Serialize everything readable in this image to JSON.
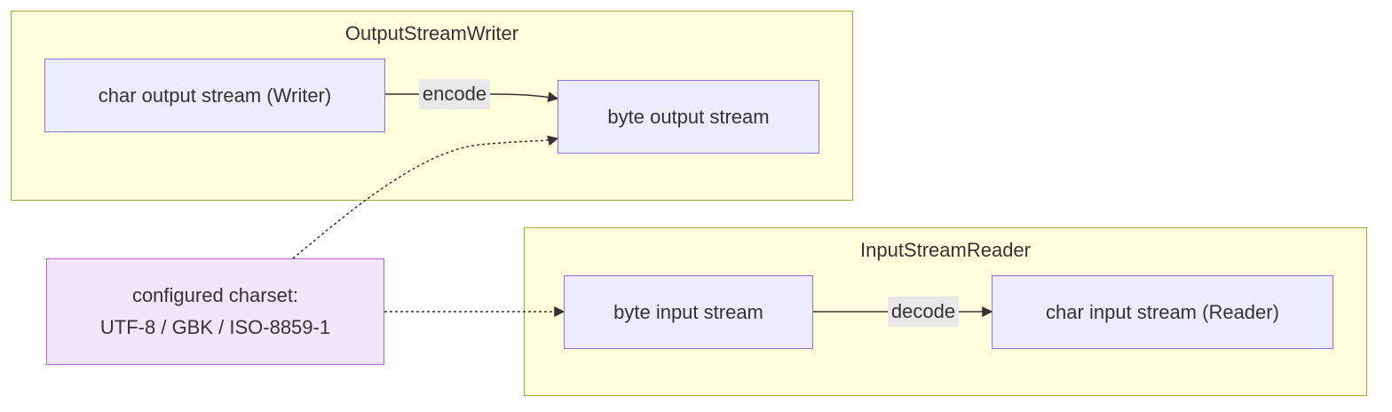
{
  "clusters": {
    "writer": {
      "title": "OutputStreamWriter"
    },
    "reader": {
      "title": "InputStreamReader"
    }
  },
  "nodes": {
    "char_output": "char output stream (Writer)",
    "byte_output": "byte output stream",
    "charset_line1": "configured charset:",
    "charset_line2": "UTF-8 / GBK / ISO-8859-1",
    "byte_input": "byte input stream",
    "char_input": "char input stream (Reader)"
  },
  "edges": {
    "encode_label": "encode",
    "decode_label": "decode"
  },
  "colors": {
    "cluster_fill": "#ffffde",
    "cluster_border": "#aaaa33",
    "node_fill": "#ececff",
    "node_border": "#9370db",
    "charset_fill": "#f3e6fb",
    "charset_border": "#b05fd9",
    "edge": "#333333",
    "label_bg": "#e8e8e8"
  }
}
